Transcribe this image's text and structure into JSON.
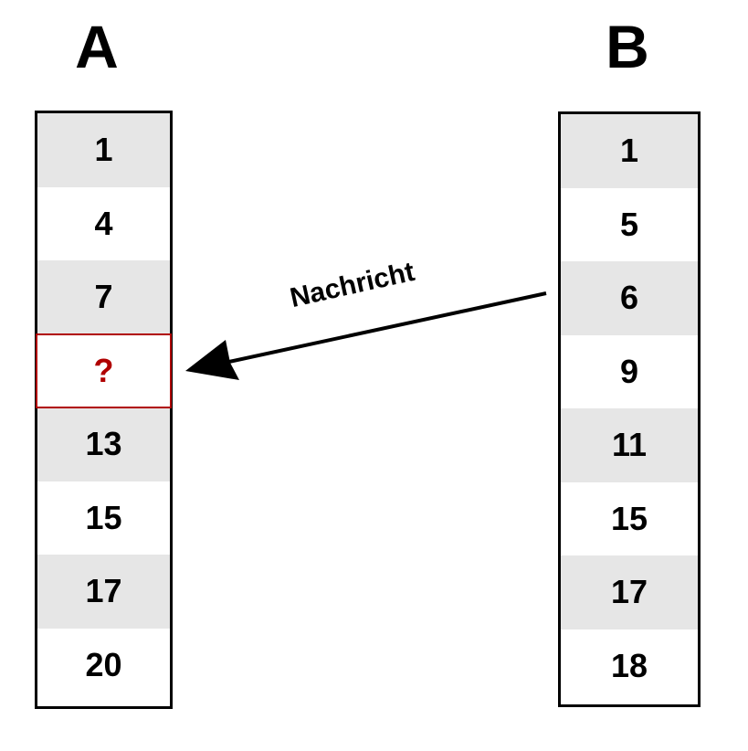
{
  "clock_a": {
    "title": "A",
    "cells": [
      {
        "value": "1",
        "shaded": true
      },
      {
        "value": "4",
        "shaded": false
      },
      {
        "value": "7",
        "shaded": true
      },
      {
        "value": "?",
        "shaded": false,
        "unknown": true
      },
      {
        "value": "13",
        "shaded": true
      },
      {
        "value": "15",
        "shaded": false
      },
      {
        "value": "17",
        "shaded": true
      },
      {
        "value": "20",
        "shaded": false
      }
    ]
  },
  "clock_b": {
    "title": "B",
    "cells": [
      {
        "value": "1",
        "shaded": true
      },
      {
        "value": "5",
        "shaded": false
      },
      {
        "value": "6",
        "shaded": true
      },
      {
        "value": "9",
        "shaded": false
      },
      {
        "value": "11",
        "shaded": true
      },
      {
        "value": "15",
        "shaded": false
      },
      {
        "value": "17",
        "shaded": true
      },
      {
        "value": "18",
        "shaded": false
      }
    ]
  },
  "message": {
    "label": "Nachricht"
  },
  "colors": {
    "shade": "#e6e6e6",
    "unknown": "#b00000",
    "line": "#000000"
  }
}
